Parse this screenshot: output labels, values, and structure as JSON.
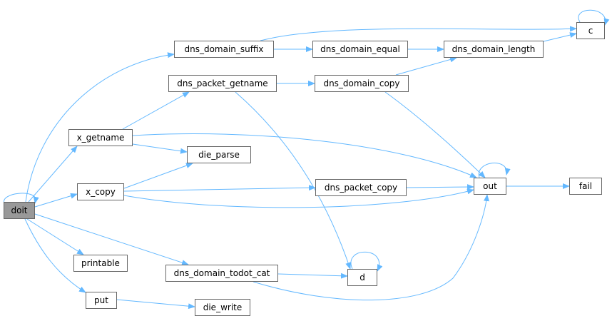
{
  "diagram": {
    "edge_color": "#63b8ff",
    "node_border_color": "#666666",
    "root_fill_color": "#999999",
    "nodes": [
      {
        "id": "doit",
        "label": "doit",
        "root": true
      },
      {
        "id": "dns_domain_suffix",
        "label": "dns_domain_suffix"
      },
      {
        "id": "dns_packet_getname",
        "label": "dns_packet_getname"
      },
      {
        "id": "x_getname",
        "label": "x_getname"
      },
      {
        "id": "die_parse",
        "label": "die_parse"
      },
      {
        "id": "x_copy",
        "label": "x_copy"
      },
      {
        "id": "printable",
        "label": "printable"
      },
      {
        "id": "dns_domain_todot_cat",
        "label": "dns_domain_todot_cat"
      },
      {
        "id": "put",
        "label": "put"
      },
      {
        "id": "die_write",
        "label": "die_write"
      },
      {
        "id": "dns_domain_equal",
        "label": "dns_domain_equal"
      },
      {
        "id": "dns_domain_copy",
        "label": "dns_domain_copy"
      },
      {
        "id": "dns_packet_copy",
        "label": "dns_packet_copy"
      },
      {
        "id": "d",
        "label": "d"
      },
      {
        "id": "dns_domain_length",
        "label": "dns_domain_length"
      },
      {
        "id": "c",
        "label": "c"
      },
      {
        "id": "out",
        "label": "out"
      },
      {
        "id": "fail",
        "label": "fail"
      }
    ],
    "edges": [
      {
        "from": "doit",
        "to": "doit"
      },
      {
        "from": "doit",
        "to": "dns_domain_suffix"
      },
      {
        "from": "doit",
        "to": "x_getname"
      },
      {
        "from": "doit",
        "to": "x_copy"
      },
      {
        "from": "doit",
        "to": "printable"
      },
      {
        "from": "doit",
        "to": "dns_domain_todot_cat"
      },
      {
        "from": "doit",
        "to": "put"
      },
      {
        "from": "dns_domain_suffix",
        "to": "dns_domain_equal"
      },
      {
        "from": "dns_domain_suffix",
        "to": "c"
      },
      {
        "from": "dns_domain_equal",
        "to": "dns_domain_length"
      },
      {
        "from": "dns_domain_length",
        "to": "c"
      },
      {
        "from": "c",
        "to": "c"
      },
      {
        "from": "dns_packet_getname",
        "to": "dns_domain_copy"
      },
      {
        "from": "dns_packet_getname",
        "to": "d"
      },
      {
        "from": "dns_domain_copy",
        "to": "dns_domain_length"
      },
      {
        "from": "dns_domain_copy",
        "to": "out"
      },
      {
        "from": "x_getname",
        "to": "dns_packet_getname"
      },
      {
        "from": "x_getname",
        "to": "die_parse"
      },
      {
        "from": "x_getname",
        "to": "out"
      },
      {
        "from": "x_copy",
        "to": "die_parse"
      },
      {
        "from": "x_copy",
        "to": "dns_packet_copy"
      },
      {
        "from": "x_copy",
        "to": "out"
      },
      {
        "from": "dns_packet_copy",
        "to": "out"
      },
      {
        "from": "out",
        "to": "out"
      },
      {
        "from": "out",
        "to": "fail"
      },
      {
        "from": "dns_domain_todot_cat",
        "to": "d"
      },
      {
        "from": "dns_domain_todot_cat",
        "to": "out"
      },
      {
        "from": "d",
        "to": "d"
      },
      {
        "from": "put",
        "to": "die_write"
      }
    ]
  }
}
